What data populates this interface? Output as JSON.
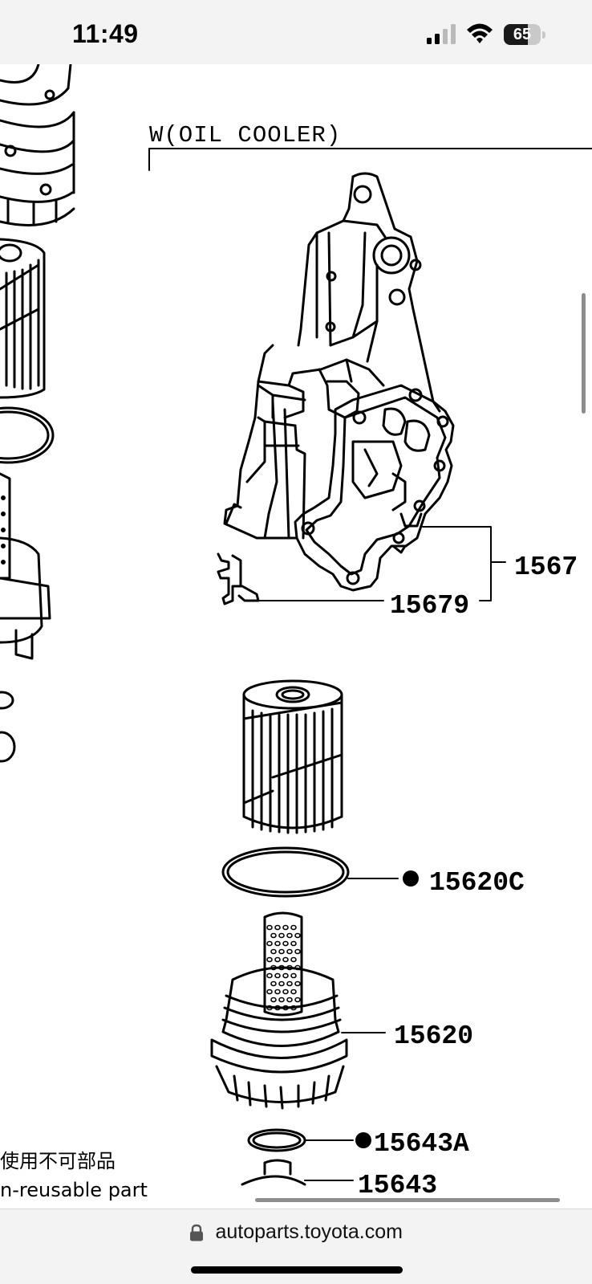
{
  "status_bar": {
    "time": "11:49",
    "battery_level": "65",
    "battery_fraction": 0.65,
    "signal_icon": "cellular-signal-icon",
    "wifi_icon": "wifi-icon"
  },
  "diagram": {
    "section_title": "W(OIL COOLER)",
    "part_labels": {
      "housing": "1567",
      "clip": "15679",
      "gasket": "15620C",
      "cap": "15620",
      "o_ring": "15643A",
      "plug": "15643"
    },
    "legend_text_1": "使用不可部品",
    "legend_text_2": "n-reusable part"
  },
  "browser": {
    "url": "autoparts.toyota.com",
    "lock_icon": "lock-icon"
  }
}
